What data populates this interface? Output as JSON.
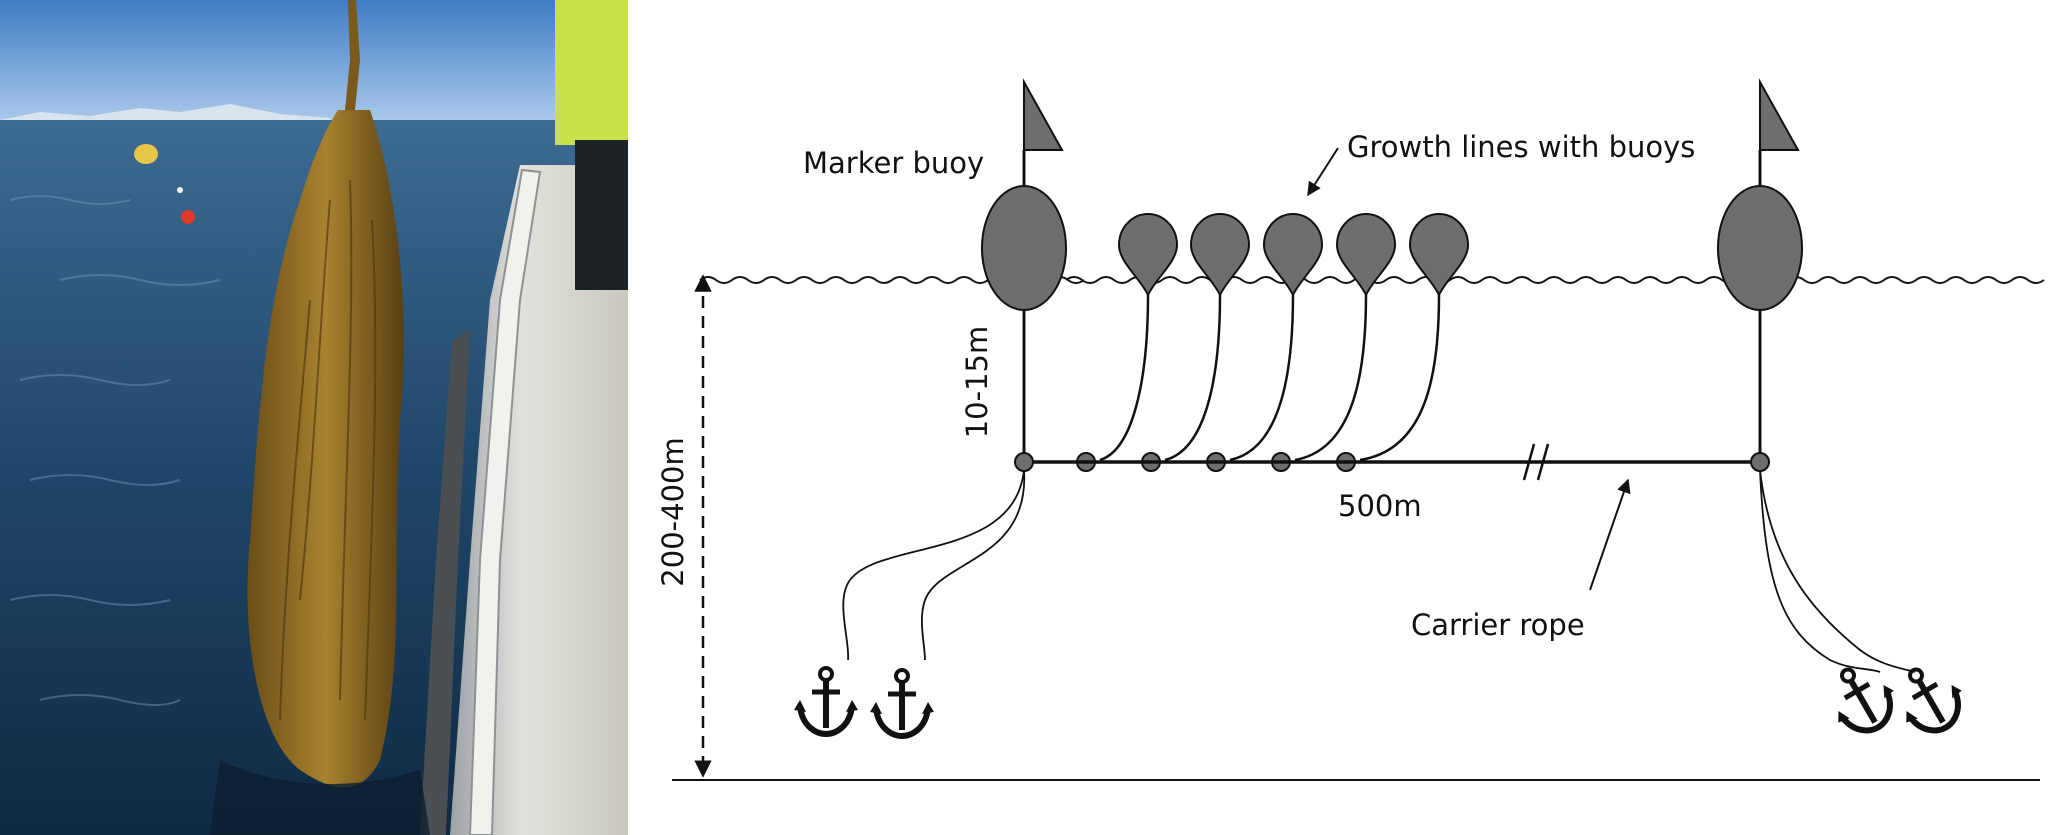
{
  "diagram": {
    "labels": {
      "marker_buoy": "Marker buoy",
      "growth_lines": "Growth lines with buoys",
      "depth_drop": "10-15m",
      "total_depth": "200-400m",
      "length": "500m",
      "carrier_rope": "Carrier rope"
    },
    "growth_line_count": 5,
    "anchors_per_end": 2,
    "colors": {
      "buoy_fill": "#6e6e6e",
      "line": "#111111",
      "water": "#2f5e86",
      "sky": "#6fa3d9",
      "kelp": "#8a6a2a"
    }
  },
  "photo": {
    "subject": "kelp harvest at sea"
  }
}
